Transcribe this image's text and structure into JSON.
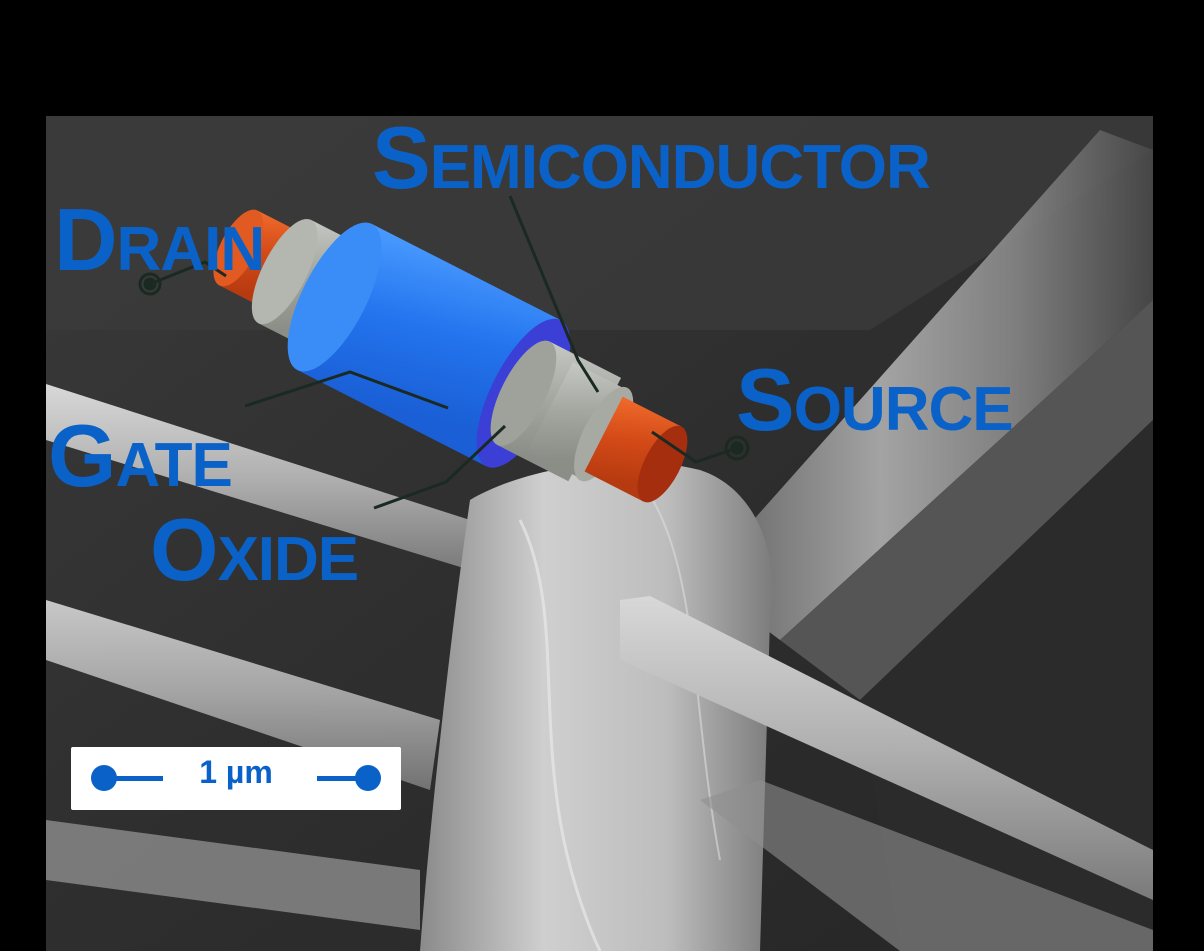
{
  "labels": {
    "semiconductor": "Semiconductor",
    "drain": "Drain",
    "source": "Source",
    "gate": "Gate",
    "oxide": "Oxide"
  },
  "scale_bar": {
    "text": "1 µm"
  },
  "colors": {
    "label_blue": "#0a62c8",
    "gate_blue": "#2f7ef0",
    "gate_blue_face": "#3a3fd8",
    "oxide_gray": "#a9ada6",
    "semiconductor_orange": "#d9501c",
    "semiconductor_face": "#a8300f",
    "background": "#000000"
  }
}
